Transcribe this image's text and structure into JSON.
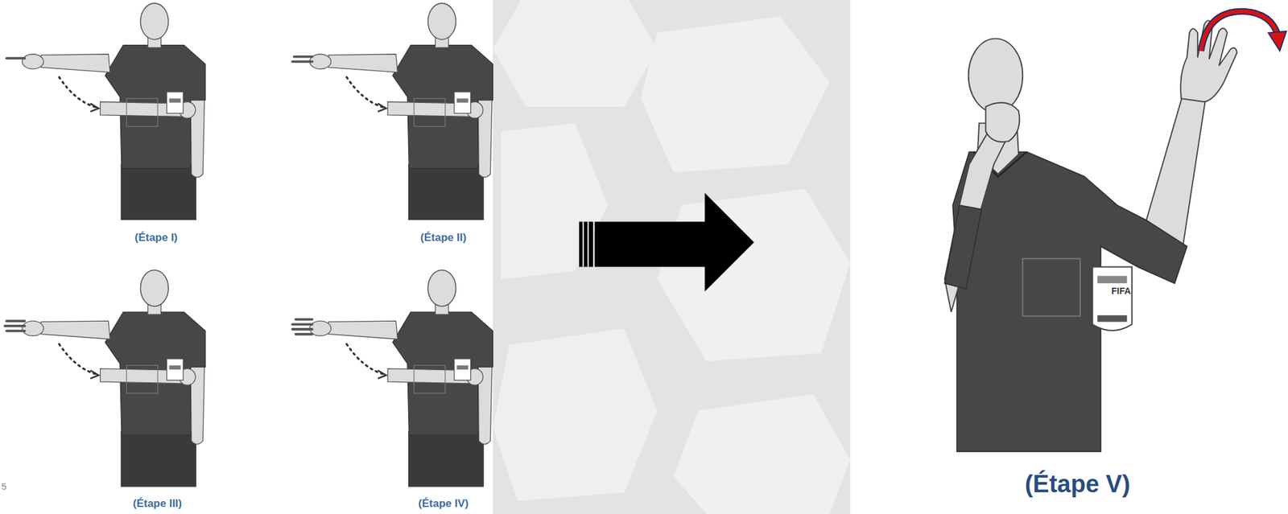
{
  "diagram": {
    "nodes": [
      {
        "text": [
          "(Étape I)"
        ]
      },
      {
        "text": [
          "(Étape II)"
        ]
      },
      {
        "text": [
          "(Étape III)"
        ]
      },
      {
        "text": [
          "(Étape IV)"
        ]
      },
      {
        "text": [
          "(Étape V)"
        ]
      }
    ],
    "labels": [
      "5",
      "FIFA"
    ]
  }
}
